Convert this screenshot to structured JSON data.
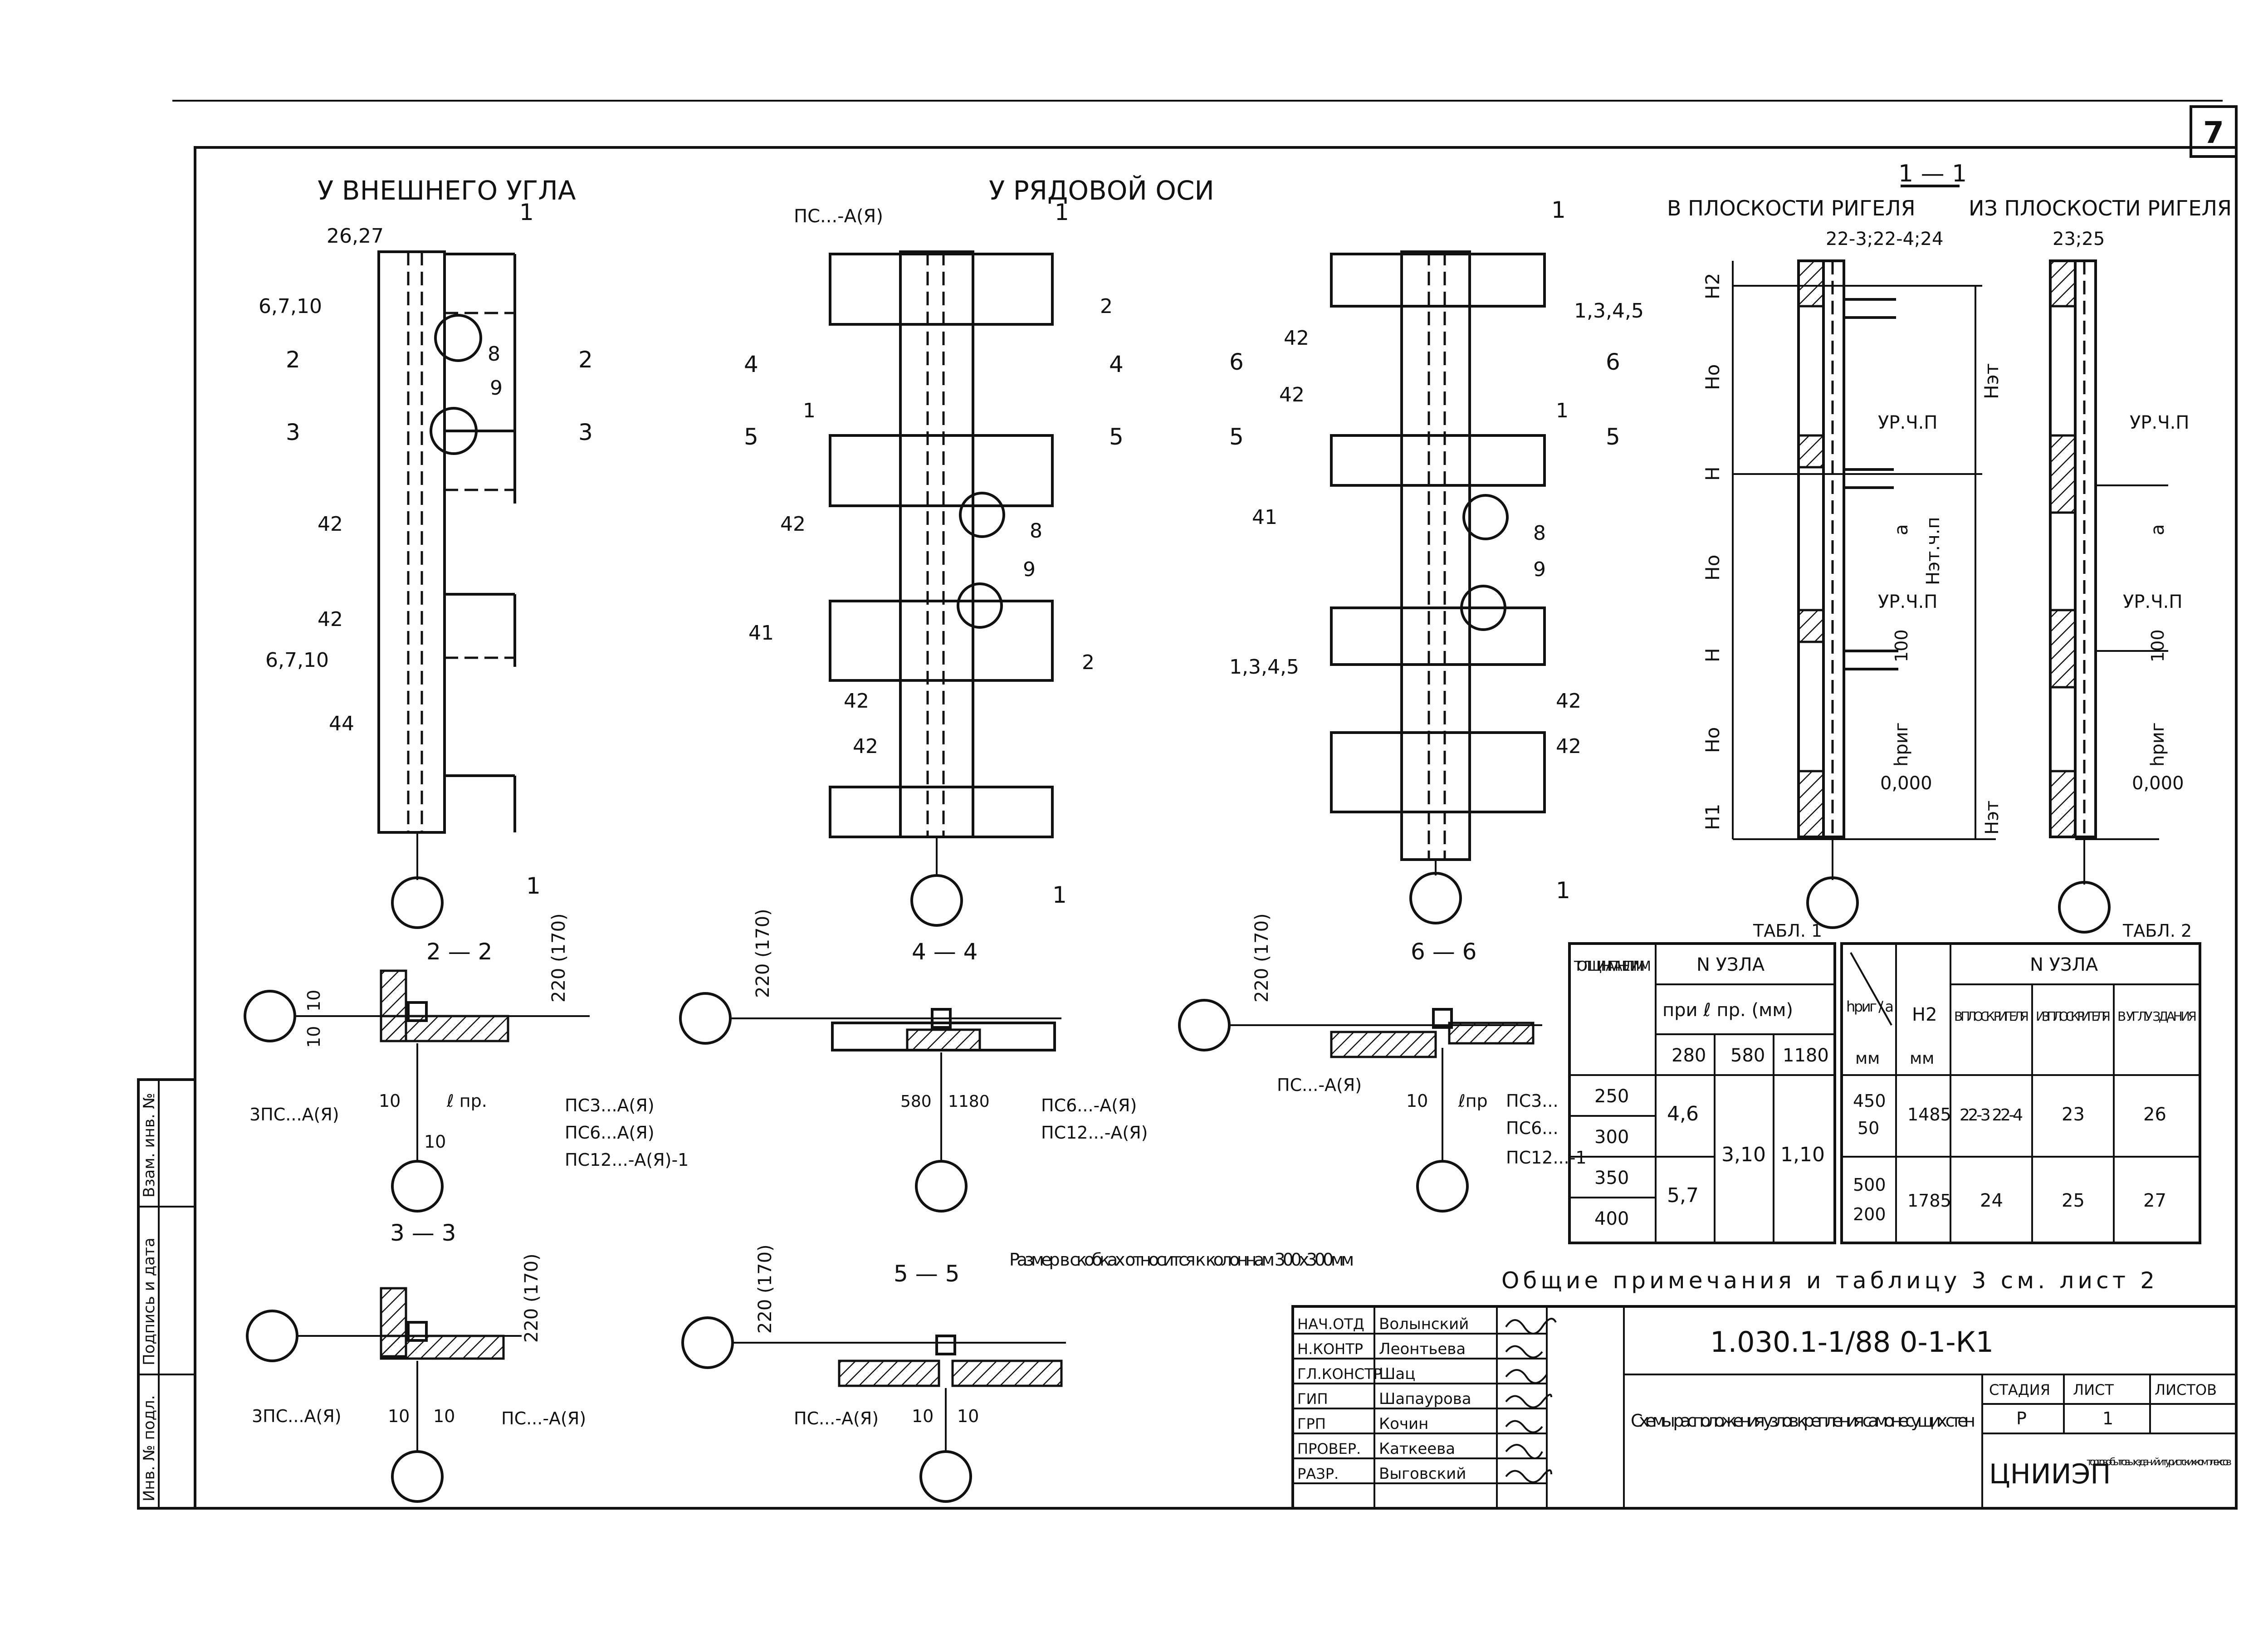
{
  "sheet_number": "7",
  "titles": {
    "outer_corner": "У ВНЕШНЕГО УГЛА",
    "row_axis": "У РЯДОВОЙ ОСИ",
    "section_1_1": "1 — 1",
    "in_plane": "В ПЛОСКОСТИ РИГЕЛЯ",
    "out_of_plane": "ИЗ ПЛОСКОСТИ РИГЕЛЯ"
  },
  "sections": {
    "s2": "2 — 2",
    "s3": "3 — 3",
    "s4": "4 — 4",
    "s5": "5 — 5",
    "s6": "6 — 6"
  },
  "callouts": {
    "c26_27": "26,27",
    "c23_25": "23;25",
    "c22": "22-3;22-4;24",
    "c6710": "6,7,10",
    "c8": "8",
    "c9": "9",
    "c42": "42",
    "c41": "41",
    "c44": "44",
    "c2": "2",
    "c1": "1",
    "c1345": "1,3,4,5",
    "c2a": "2",
    "c3": "3",
    "c4": "4",
    "c5": "5",
    "c6": "6",
    "ps_a": "ПС...-А(Я)",
    "ps3_a": "3ПС...А(Я)",
    "ps3": "ПС3...А(Я)",
    "ps6": "ПС6...А(Я)",
    "ps12_1": "ПС12...-А(Я)-1",
    "ps6_b": "ПС6...-А(Я)",
    "ps12_b": "ПС12...-А(Я)",
    "ps3_c": "ПС3...",
    "ps6_c": "ПС6...",
    "ps12_c": "ПС12...-1",
    "dim220": "220 (170)",
    "dim10": "10",
    "dim580": "580",
    "dim1180": "1180",
    "l_pr": "ℓ пр.",
    "l_pr2": "ℓпр",
    "ur_chp": "УР.Ч.П",
    "zero": "0,000",
    "d100": "100",
    "h_rig": "hриг",
    "h_et": "Нэт",
    "h_et_chp": "Нэт.ч.п",
    "a": "а",
    "H2": "Н2",
    "H0": "Но",
    "H": "Н",
    "H1": "Н1",
    "note_size": "Размер в скобках относится к колоннам 300х300мм",
    "general_notes": "Общие примечания и таблицу 3 см. лист 2"
  },
  "table1": {
    "label": "ТАБЛ. 1",
    "h_thick": "ТОЛЩИНА ПАНЕЛИ ММ",
    "h_node": "N УЗЛА",
    "h_at": "при ℓ пр. (мм)",
    "cols": [
      "280",
      "580",
      "1180"
    ],
    "rows": [
      {
        "t": "250",
        "v280": "4,6",
        "v580": "3,10",
        "v1180": "1,10"
      },
      {
        "t": "300",
        "v280": "",
        "v580": "",
        "v1180": ""
      },
      {
        "t": "350",
        "v280": "5,7",
        "v580": "",
        "v1180": ""
      },
      {
        "t": "400",
        "v280": "",
        "v580": "",
        "v1180": ""
      }
    ]
  },
  "table2": {
    "label": "ТАБЛ. 2",
    "h_hrig": "hриг / а",
    "h_mm": "мм",
    "h_h2": "Н2",
    "h_node": "N УЗЛА",
    "sub": [
      "В ПЛОСК. РИГЕЛЯ",
      "ИЗ ПЛОСК. РИГЕЛЯ",
      "В УГЛУ ЗДАНИЯ"
    ],
    "rows": [
      {
        "hrig": "450",
        "a": "50",
        "h2": "1485",
        "n1": "22-3 22-4",
        "n2": "23",
        "n3": "26"
      },
      {
        "hrig": "500",
        "a": "200",
        "h2": "1785",
        "n1": "24",
        "n2": "25",
        "n3": "27"
      }
    ]
  },
  "stamp": {
    "code": "1.030.1-1/88 0-1-К1",
    "title": "Схемы расположения узлов крепления самонесущих стен",
    "stage_h": "СТАДИЯ",
    "sheet_h": "ЛИСТ",
    "sheets_h": "ЛИСТОВ",
    "stage": "Р",
    "sheet": "1",
    "org": "ЦНИИЭП",
    "org_sub": "торгово-бытовых зданий и туристских комплексов",
    "roles": [
      "НАЧ.ОТД",
      "Н.КОНТР",
      "ГЛ.КОНСТР",
      "ГИП",
      "ГРП",
      "ПРОВЕР.",
      "РАЗР."
    ],
    "names": [
      "Волынский",
      "Леонтьева",
      "Шац",
      "Шапаурова",
      "Кочин",
      "Каткеева",
      "Выговский"
    ]
  },
  "side_stamp": [
    "Инв. № подл.",
    "Подпись и дата",
    "Взам. инв. №"
  ]
}
